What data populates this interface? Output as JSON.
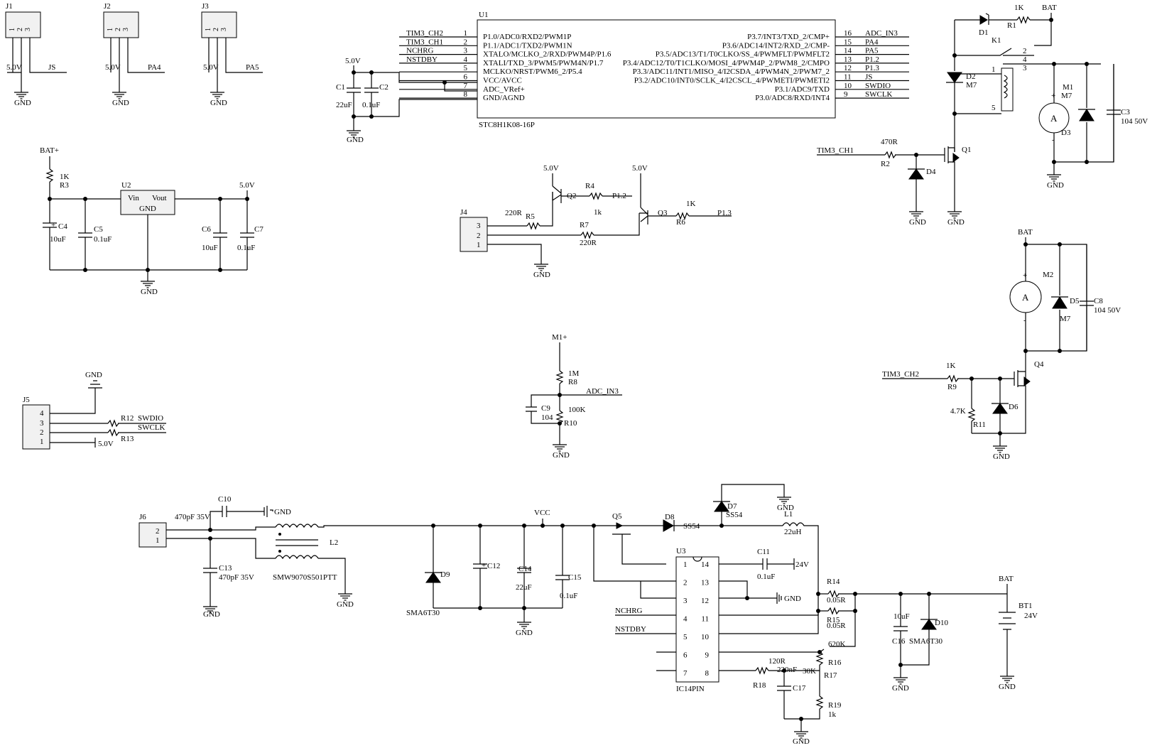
{
  "connectors": {
    "J1": {
      "ref": "J1",
      "pins": [
        "1",
        "2",
        "3"
      ],
      "labels": [
        "5.0V",
        "JS"
      ],
      "gnd": "GND"
    },
    "J2": {
      "ref": "J2",
      "pins": [
        "1",
        "2",
        "3"
      ],
      "labels": [
        "5.0V",
        "PA4"
      ],
      "gnd": "GND"
    },
    "J3": {
      "ref": "J3",
      "pins": [
        "1",
        "2",
        "3"
      ],
      "labels": [
        "5.0V",
        "PA5"
      ],
      "gnd": "GND"
    },
    "J4": {
      "ref": "J4",
      "pins": [
        "3",
        "2",
        "1"
      ]
    },
    "J5": {
      "ref": "J5",
      "pins": [
        "4",
        "3",
        "2",
        "1"
      ],
      "nets": [
        "GND",
        "SWDIO",
        "SWCLK",
        "5.0V"
      ]
    },
    "J6": {
      "ref": "J6",
      "pins": [
        "2",
        "1"
      ]
    }
  },
  "mcu": {
    "ref": "U1",
    "part": "STC8H1K08-16P",
    "left_pins": [
      {
        "num": "1",
        "name": "P1.0/ADC0/RXD2/PWM1P",
        "net": "TIM3_CH2"
      },
      {
        "num": "2",
        "name": "P1.1/ADC1/TXD2/PWM1N",
        "net": "TIM3_CH1"
      },
      {
        "num": "3",
        "name": "XTALO/MCLKO_2/RXD/PWM4P/P1.6",
        "net": "NCHRG"
      },
      {
        "num": "4",
        "name": "XTALI/TXD_3/PWM5/PWM4N/P1.7",
        "net": "NSTDBY"
      },
      {
        "num": "5",
        "name": "MCLKO/NRST/PWM6_2/P5.4",
        "net": ""
      },
      {
        "num": "6",
        "name": "VCC/AVCC",
        "net": ""
      },
      {
        "num": "7",
        "name": "ADC_VRef+",
        "net": ""
      },
      {
        "num": "8",
        "name": "GND/AGND",
        "net": ""
      }
    ],
    "right_pins": [
      {
        "num": "16",
        "name": "P3.7/INT3/TXD_2/CMP+",
        "net": "ADC_IN3"
      },
      {
        "num": "15",
        "name": "P3.6/ADC14/INT2/RXD_2/CMP-",
        "net": "PA4"
      },
      {
        "num": "14",
        "name": "P3.5/ADC13/T1/T0CLKO/SS_4/PWMFLT/PWMFLT2",
        "net": "PA5"
      },
      {
        "num": "13",
        "name": "P3.4/ADC12/T0/T1CLKO/MOSI_4/PWM4P_2/PWM8_2/CMPO",
        "net": "P1.2"
      },
      {
        "num": "12",
        "name": "P3.3/ADC11/INT1/MISO_4/I2CSDA_4/PWM4N_2/PWM7_2",
        "net": "P1.3"
      },
      {
        "num": "11",
        "name": "P3.2/ADC10/INT0/SCLK_4/I2CSCL_4/PWMETI/PWMETI2",
        "net": "JS"
      },
      {
        "num": "10",
        "name": "P3.1/ADC9/TXD",
        "net": "SWDIO"
      },
      {
        "num": "9",
        "name": "P3.0/ADC8/RXD/INT4",
        "net": "SWCLK"
      }
    ],
    "supply": "5.0V",
    "gnd": "GND",
    "C1": {
      "ref": "C1",
      "value": "22uF"
    },
    "C2": {
      "ref": "C2",
      "value": "0.1uF"
    }
  },
  "regulator": {
    "ref": "U2",
    "vin": "Vin",
    "vout": "Vout",
    "gnd": "GND",
    "input": "BAT+",
    "output": "5.0V",
    "R3": {
      "ref": "R3",
      "value": "1K"
    },
    "C4": {
      "ref": "C4",
      "value": "10uF",
      "plus": "+"
    },
    "C5": {
      "ref": "C5",
      "value": "0.1uF"
    },
    "C6": {
      "ref": "C6",
      "value": "10uF"
    },
    "C7": {
      "ref": "C7",
      "value": "0.1uF"
    },
    "ground": "GND"
  },
  "led_driver": {
    "Q2": "Q2",
    "Q3": "Q3",
    "supply": "5.0V",
    "R4": {
      "ref": "R4",
      "value": "1k"
    },
    "R5": {
      "ref": "R5",
      "value": "220R"
    },
    "R6": {
      "ref": "R6",
      "value": "1K"
    },
    "R7": {
      "ref": "R7",
      "value": "220R"
    },
    "net_p12": "P1.2",
    "net_p13": "P1.3",
    "ground": "GND"
  },
  "adc_divider": {
    "top": "M1+",
    "R8": {
      "ref": "R8",
      "value": "1M"
    },
    "R10": {
      "ref": "R10",
      "value": "100K"
    },
    "C9": {
      "ref": "C9",
      "value": "104"
    },
    "net": "ADC_IN3",
    "ground": "GND"
  },
  "motor1": {
    "D1": "D1",
    "D2": "D2",
    "D2_part": "M7",
    "D3": "D3",
    "D3_part": "M7",
    "D4": "D4",
    "R1": {
      "ref": "R1",
      "value": "1K"
    },
    "R2": {
      "ref": "R2",
      "value": "470R"
    },
    "K1": "K1",
    "relay_pins": [
      "2",
      "4",
      "3",
      "1",
      "5"
    ],
    "M1": "M1",
    "motor_symbol": "A",
    "plus": "+",
    "minus": "-",
    "C3": {
      "ref": "C3",
      "value": "104 50V"
    },
    "Q1": "Q1",
    "gate_net": "TIM3_CH1",
    "supply": "BAT",
    "ground": "GND"
  },
  "motor2": {
    "M2": "M2",
    "motor_symbol": "A",
    "plus": "+",
    "minus": "-",
    "D5": "D5",
    "D5_part": "M7",
    "D6": "D6",
    "C8": {
      "ref": "C8",
      "value": "104 50V"
    },
    "R9": {
      "ref": "R9",
      "value": "1K"
    },
    "R11": {
      "ref": "R11",
      "value": "4.7K"
    },
    "Q4": "Q4",
    "gate_net": "TIM3_CH2",
    "supply": "BAT",
    "ground": "GND"
  },
  "charger": {
    "J6_caps": {
      "C10": {
        "ref": "C10",
        "value": "470pF 35V"
      },
      "C13": {
        "ref": "C13",
        "value": "470pF 35V"
      }
    },
    "L2": {
      "ref": "L2",
      "part": "SMW9070S501PTT"
    },
    "D9": {
      "ref": "D9",
      "part": "SMA6T30"
    },
    "C12": {
      "ref": "C12",
      "plus": "+"
    },
    "C14": {
      "ref": "C14",
      "value": "22uF"
    },
    "C15": {
      "ref": "C15",
      "value": "0.1uF"
    },
    "vcc": "VCC",
    "Q5": "Q5",
    "D8": {
      "ref": "D8",
      "part": "SS54"
    },
    "D7": {
      "ref": "D7",
      "part": "SS54"
    },
    "L1": {
      "ref": "L1",
      "value": "22uH"
    },
    "U3": {
      "ref": "U3",
      "part": "IC14PIN",
      "left_pins": [
        "1",
        "2",
        "3",
        "4",
        "5",
        "6",
        "7"
      ],
      "right_pins": [
        "14",
        "13",
        "12",
        "11",
        "10",
        "9",
        "8"
      ]
    },
    "C11": {
      "ref": "C11",
      "value": "0.1uF",
      "net": "24V"
    },
    "R14": {
      "ref": "R14",
      "value": "0.05R"
    },
    "R15": {
      "ref": "R15",
      "value": "0.05R"
    },
    "R16": {
      "ref": "R16",
      "value": "620K"
    },
    "R17": {
      "ref": "R17",
      "value": "30K"
    },
    "R18": {
      "ref": "R18",
      "value": "120R"
    },
    "R19": {
      "ref": "R19",
      "value": "1k"
    },
    "C17": {
      "ref": "C17",
      "value": "220nF"
    },
    "C16": {
      "ref": "C16",
      "value": "10uF"
    },
    "D10": {
      "ref": "D10",
      "part": "SMA6T30"
    },
    "BT1": {
      "ref": "BT1",
      "value": "24V",
      "net": "BAT"
    },
    "nchrg": "NCHRG",
    "nstdby": "NSTDBY",
    "ground": "GND"
  }
}
